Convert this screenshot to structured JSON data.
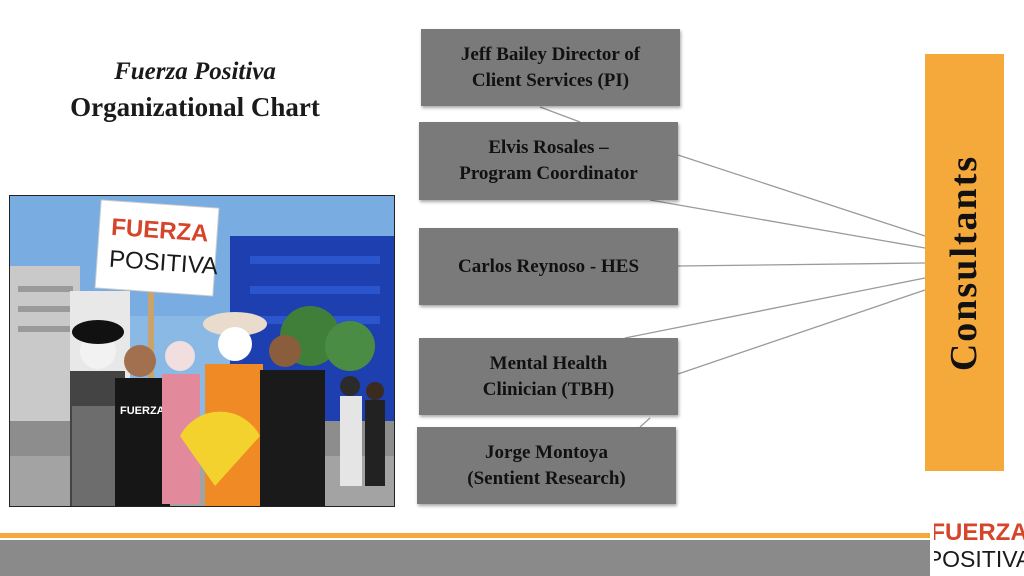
{
  "title": {
    "org_name": "Fuerza Positiva",
    "chart_label": "Organizational Chart"
  },
  "nodes": [
    {
      "line1": "Jeff Bailey Director of",
      "line2": "Client Services (PI)"
    },
    {
      "line1": "Elvis Rosales –",
      "line2": "Program Coordinator"
    },
    {
      "line1": "Carlos Reynoso - HES",
      "line2": ""
    },
    {
      "line1": "Mental Health",
      "line2": "Clinician (TBH)"
    },
    {
      "line1": "Jorge Montoya",
      "line2": "(Sentient Research)"
    }
  ],
  "consultants_label": "Consultants",
  "photo": {
    "sign_line1": "FUERZA",
    "sign_line2": "POSITIVA",
    "shirt_text": "FUERZA"
  },
  "logo": {
    "line1": "FUERZA",
    "line2": "POSITIVA"
  },
  "colors": {
    "node_fill": "#7a7a7a",
    "consultants_fill": "#f6a93b",
    "footer_accent": "#f6a93b",
    "footer_bar": "#8a8a8a",
    "brand_red": "#d6452b"
  }
}
